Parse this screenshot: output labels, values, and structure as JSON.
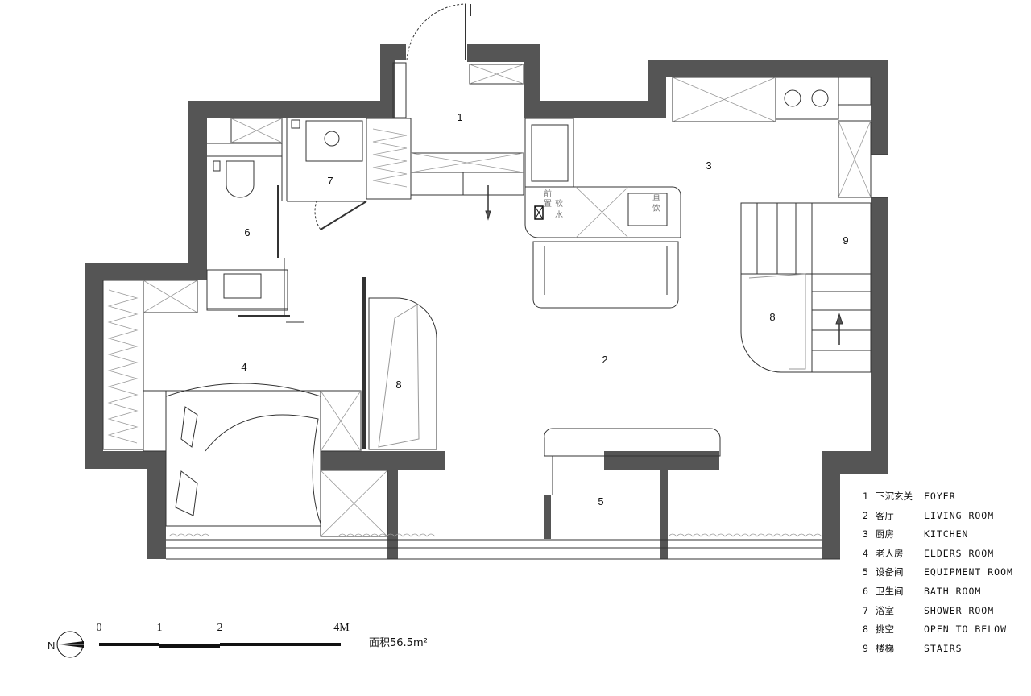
{
  "rooms": [
    {
      "num": "1",
      "cn": "下沉玄关",
      "en": "FOYER"
    },
    {
      "num": "2",
      "cn": "客厅",
      "en": "LIVING ROOM"
    },
    {
      "num": "3",
      "cn": "厨房",
      "en": "KITCHEN"
    },
    {
      "num": "4",
      "cn": "老人房",
      "en": "ELDERS ROOM"
    },
    {
      "num": "5",
      "cn": "设备间",
      "en": "EQUIPMENT ROOM"
    },
    {
      "num": "6",
      "cn": "卫生间",
      "en": "BATH ROOM"
    },
    {
      "num": "7",
      "cn": "浴室",
      "en": "SHOWER ROOM"
    },
    {
      "num": "8",
      "cn": "挑空",
      "en": "OPEN TO BELOW"
    },
    {
      "num": "9",
      "cn": "楼梯",
      "en": "STAIRS"
    }
  ],
  "fixture_labels": {
    "softener_a": "软",
    "softener_b": "水",
    "filter_a": "前",
    "filter_b": "置",
    "drinking_a": "直",
    "drinking_b": "饮"
  },
  "scale": {
    "labels": [
      "0",
      "1",
      "2",
      "4M"
    ]
  },
  "north": "N",
  "area": "面积56.5m²",
  "colors": {
    "wall": "#555555",
    "line": "#333333",
    "light_line": "#999999"
  }
}
